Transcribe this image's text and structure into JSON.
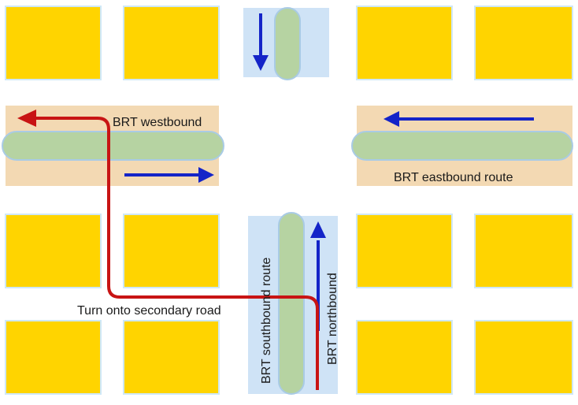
{
  "colors": {
    "block": "#ffd400",
    "block_edge": "#cfe8f7",
    "road_lane": "#f3d9b3",
    "bus_lane": "#cfe3f6",
    "median": "#b6d3a2",
    "median_edge": "#a9cbe5",
    "direction_arrow": "#1424c8",
    "route_line": "#c81414"
  },
  "labels": {
    "westbound": "BRT westbound",
    "eastbound": "BRT eastbound route",
    "southbound": "BRT southbound route",
    "northbound": "BRT northbound",
    "turn": "Turn onto secondary road"
  },
  "icons": {
    "arrow": "direction-arrow-icon",
    "route": "turn-route-icon"
  }
}
